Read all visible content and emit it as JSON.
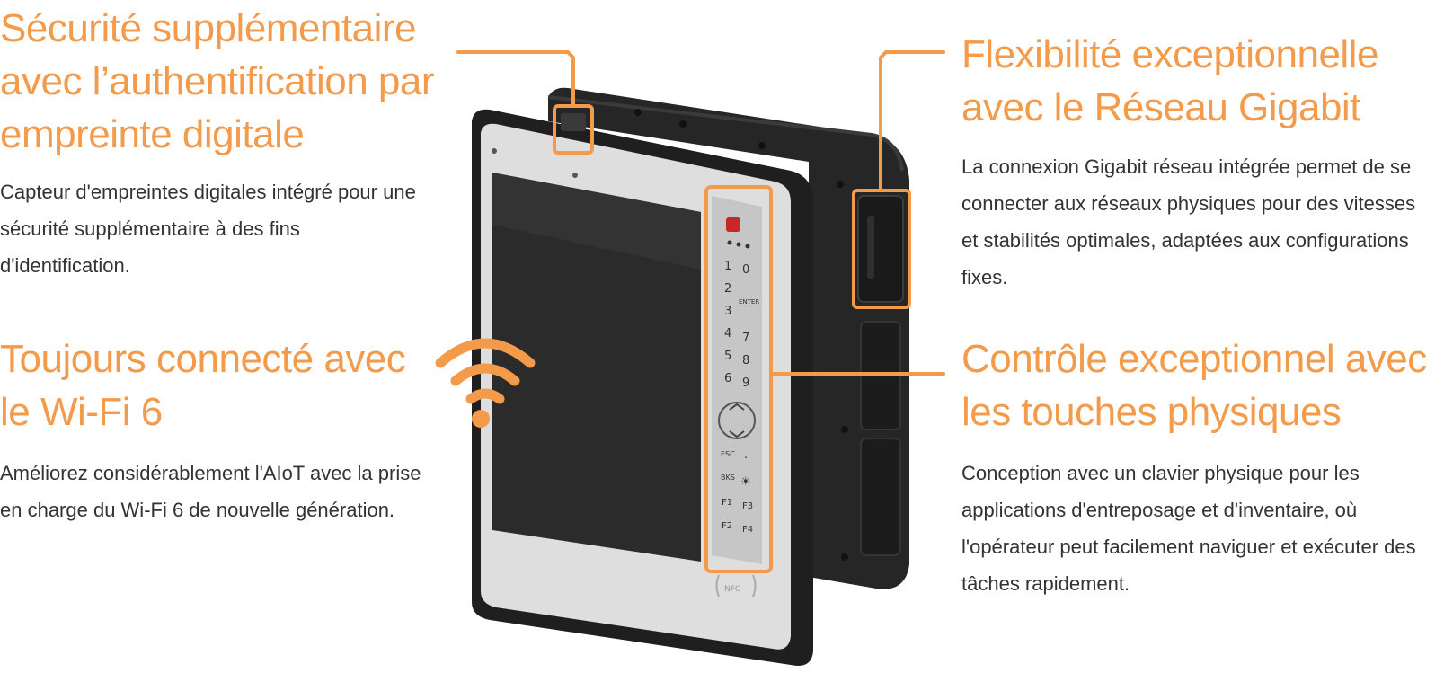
{
  "colors": {
    "accent": "#f39a4b",
    "body_text": "#333333",
    "device_frame": "#232323",
    "device_bezel": "#dcdcdc",
    "screen": "#2b2b2b",
    "power_key": "#c62828"
  },
  "features": {
    "fingerprint": {
      "title": "Sécurité supplémentaire avec l’authentification par empreinte digitale",
      "body": "Capteur d'empreintes digitales intégré pour une sécurité supplémentaire à des fins d'identification."
    },
    "wifi": {
      "title": "Toujours connecté avec le Wi-Fi 6",
      "body": "Améliorez considérablement l'AIoT avec la prise en charge du Wi-Fi 6 de nouvelle génération.",
      "icon": "wifi-icon"
    },
    "gigabit": {
      "title": "Flexibilité exceptionnelle avec le Réseau Gigabit",
      "body": "La connexion Gigabit réseau intégrée permet de se connecter aux réseaux physiques pour des vitesses et stabilités optimales, adaptées aux configurations fixes."
    },
    "keys": {
      "title": "Contrôle exceptionnel avec les touches physiques",
      "body": "Conception avec un clavier physique pour les applications d'entreposage et d'inventaire, où l'opérateur peut facilement naviguer et exécuter des tâches rapidement."
    }
  },
  "device": {
    "keypad_numbers": [
      "1",
      "0",
      "2",
      "3",
      "4",
      "7",
      "5",
      "8",
      "6",
      "9"
    ],
    "enter_label": "ENTER",
    "esc_label": "ESC",
    "bks_label": "BKS",
    "dot_label": ".",
    "sun_label": "☀",
    "fkeys": [
      "F1",
      "F3",
      "F2",
      "F4"
    ],
    "nfc_label": "NFC"
  }
}
